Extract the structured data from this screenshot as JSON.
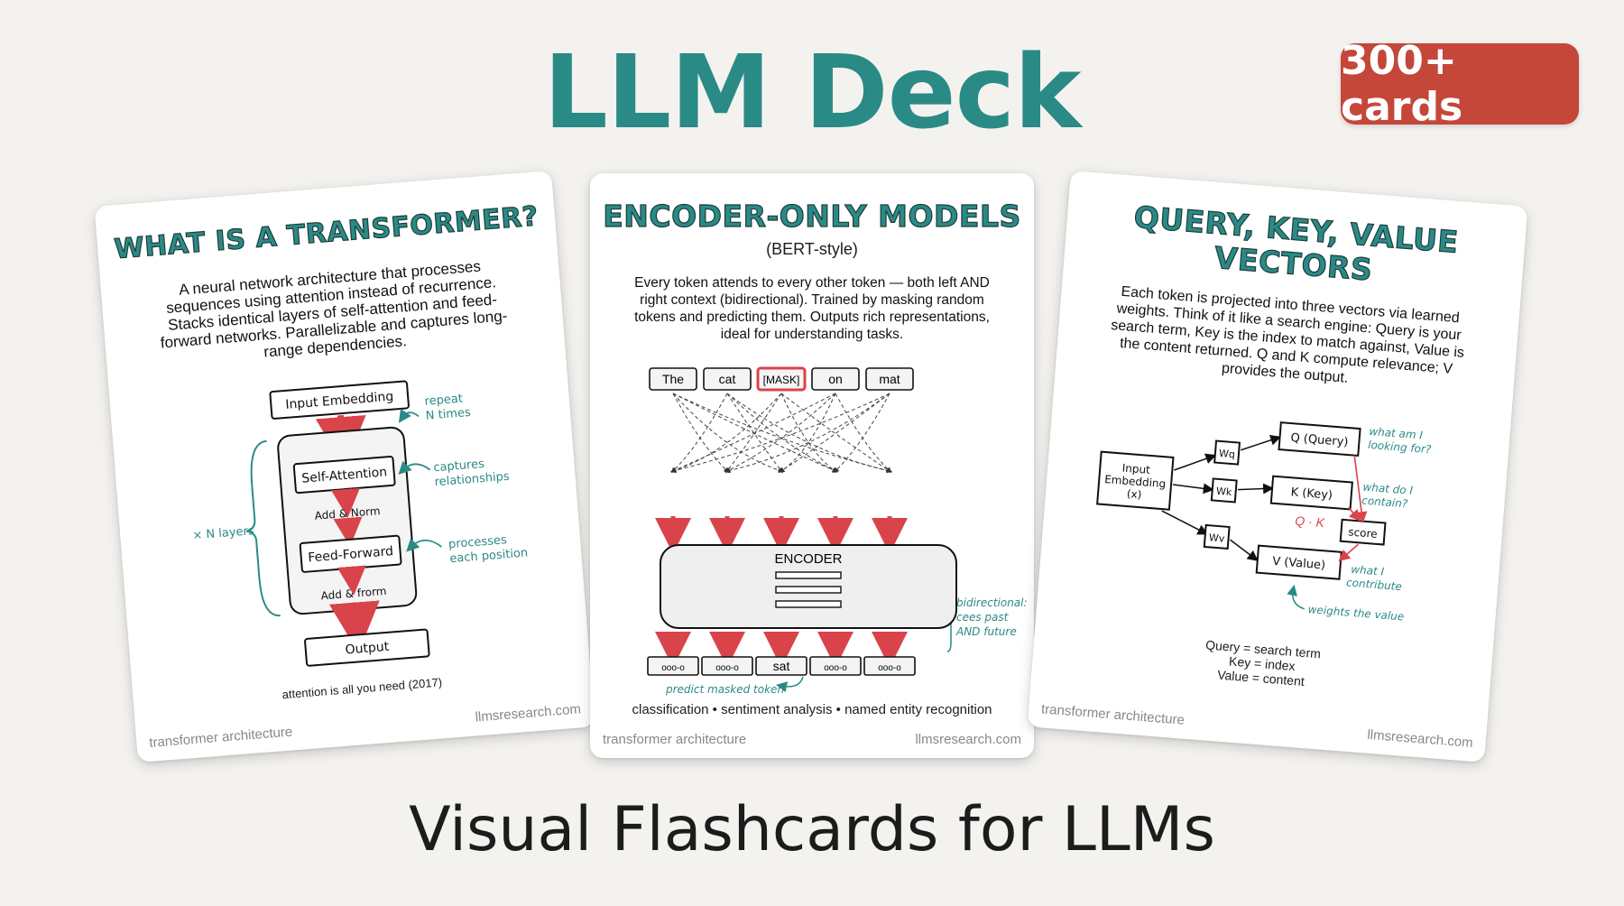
{
  "header": {
    "title": "LLM Deck",
    "badge": "300+ cards"
  },
  "subtitle": "Visual Flashcards for LLMs",
  "cards": [
    {
      "title": "WHAT IS A TRANSFORMER?",
      "body": "A neural network architecture that processes sequences using attention instead of recurrence. Stacks identical layers of self-attention and feed-forward networks. Parallelizable and captures long-range dependencies.",
      "diagram": {
        "input": "Input Embedding",
        "self_attention": "Self-Attention",
        "add_norm_1": "Add & Norm",
        "feed_forward": "Feed-Forward",
        "add_norm_2": "Add & frorm",
        "output": "Output",
        "layers_note": "× N layers",
        "repeat_note_1": "repeat",
        "repeat_note_2": "N times",
        "captures_note_1": "captures",
        "captures_note_2": "relationships",
        "processes_note_1": "processes",
        "processes_note_2": "each position",
        "caption": "attention is all you need (2017)"
      },
      "footer_left": "transformer architecture",
      "footer_right": "llmsresearch.com"
    },
    {
      "title": "ENCODER-ONLY MODELS",
      "title_sub": "(BERT-style)",
      "body": "Every token attends to every other token — both left AND right context (bidirectional). Trained by masking random tokens and predicting them. Outputs rich representations, ideal for understanding tasks.",
      "tokens": [
        "The",
        "cat",
        "[MASK]",
        "on",
        "mat"
      ],
      "outputs": [
        "ooo-o",
        "ooo-o",
        "sat",
        "ooo-o",
        "ooo-o"
      ],
      "encoder_label": "ENCODER",
      "bidir_note_1": "bidirectional:",
      "bidir_note_2": "cees past",
      "bidir_note_3": "AND future",
      "predict_note": "predict masked token",
      "uses": "classification • sentiment analysis • named entity recognition",
      "footer_left": "transformer architecture",
      "footer_right": "llmsresearch.com"
    },
    {
      "title_line1": "QUERY, KEY, VALUE",
      "title_line2": "VECTORS",
      "body": "Each token is projected into three vectors via learned weights. Think of it like a search engine: Query is your search term, Key is the index to match against, Value is the content returned. Q and K compute relevance; V provides the output.",
      "diagram": {
        "input_1": "Input",
        "input_2": "Embedding",
        "input_3": "(x)",
        "wq": "Wq",
        "wk": "Wk",
        "wv": "Wv",
        "q": "Q (Query)",
        "k": "K (Key)",
        "v": "V (Value)",
        "score": "score",
        "qk": "Q · K",
        "q_note_1": "what am I",
        "q_note_2": "looking for?",
        "k_note_1": "what do I",
        "k_note_2": "contain?",
        "v_note_1": "what I",
        "v_note_2": "contribute",
        "weights_note": "weights the value"
      },
      "summary": [
        "Query = search term",
        "Key = index",
        "Value = content"
      ],
      "footer_left": "transformer architecture",
      "footer_right": "llmsresearch.com"
    }
  ],
  "colors": {
    "teal": "#2a8a86",
    "red": "#c4473a",
    "arrow_red": "#d9434a"
  }
}
